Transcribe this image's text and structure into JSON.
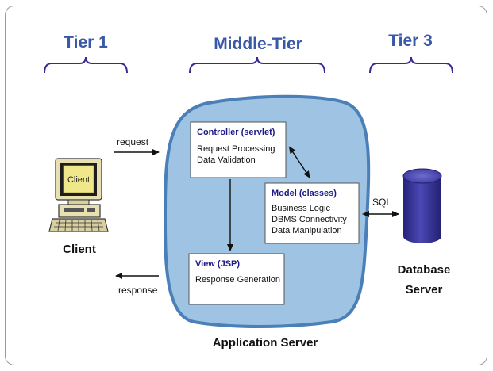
{
  "tiers": {
    "tier1": "Tier 1",
    "middle": "Middle-Tier",
    "tier3": "Tier 3"
  },
  "client": {
    "screen_label": "Client",
    "caption": "Client"
  },
  "flows": {
    "request": "request",
    "response": "response",
    "sql": "SQL"
  },
  "controller": {
    "title": "Controller (servlet)",
    "lines": [
      "Request Processing",
      "Data Validation"
    ]
  },
  "model": {
    "title": "Model (classes)",
    "lines": [
      "Business Logic",
      "DBMS Connectivity",
      "Data Manipulation"
    ]
  },
  "view": {
    "title": "View (JSP)",
    "lines": [
      "Response Generation"
    ]
  },
  "app_server": {
    "caption": "Application Server"
  },
  "database": {
    "caption_line1": "Database",
    "caption_line2": "Server"
  },
  "colors": {
    "tier_text": "#3a58a8",
    "app_server_fill": "#9fc3e2",
    "app_server_stroke": "#4a7fb8",
    "db_fill": "#2c2a8a",
    "box_title": "#1d1a86"
  }
}
